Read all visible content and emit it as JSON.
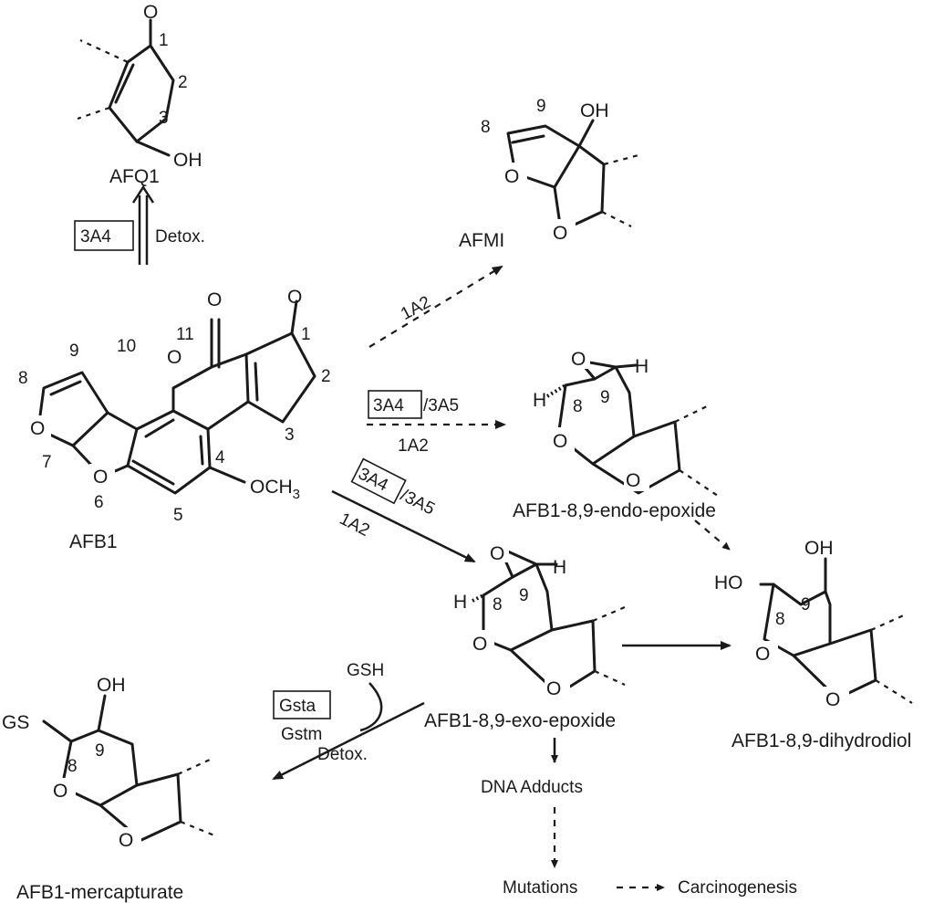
{
  "compounds": {
    "afq1": "AFQ1",
    "afmi": "AFMI",
    "afb1": "AFB1",
    "endo_epoxide": "AFB1-8,9-endo-epoxide",
    "exo_epoxide": "AFB1-8,9-exo-epoxide",
    "dihydrodiol": "AFB1-8,9-dihydrodiol",
    "mercapturate": "AFB1-mercapturate"
  },
  "enzymes": {
    "e3a4": "3A4",
    "e3a5": "/3A5",
    "e1a2": "1A2",
    "gsta": "Gsta",
    "gstm": "Gstm",
    "gsh": "GSH",
    "detox": "Detox."
  },
  "outcomes": {
    "dna_adducts": "DNA Adducts",
    "mutations": "Mutations",
    "carcinogenesis": "Carcinogenesis"
  },
  "atoms": {
    "o": "O",
    "oh": "OH",
    "ho": "HO",
    "h": "H",
    "gs": "GS",
    "och3_main": "OCH",
    "och3_sub": "3"
  },
  "positions": {
    "p1": "1",
    "p2": "2",
    "p3": "3",
    "p4": "4",
    "p5": "5",
    "p6": "6",
    "p7": "7",
    "p8": "8",
    "p9": "9",
    "p10": "10",
    "p11": "11"
  }
}
